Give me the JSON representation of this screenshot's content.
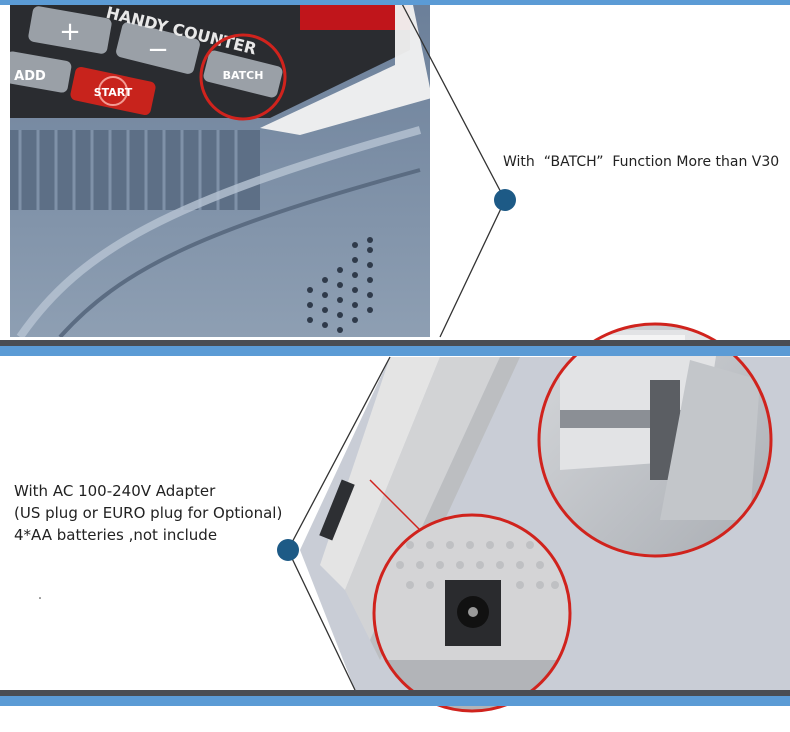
{
  "section_top": {
    "caption": "With  “BATCH”  Function More than V30",
    "device": {
      "panel_title": "HANDY COUNTER",
      "plus_glyph": "+",
      "minus_glyph": "−",
      "add_label": "ADD",
      "start_label": "START",
      "batch_label": "BATCH"
    }
  },
  "section_bottom": {
    "caption_lines": [
      "With AC 100-240V Adapter",
      "(US plug or EURO plug for Optional)",
      "4*AA batteries ,not include"
    ]
  },
  "colors": {
    "accent_blue": "#5b9bd5",
    "dark_bar": "#4a4d52",
    "marker_dot": "#1d5a86",
    "highlight_red": "#d0231d"
  }
}
